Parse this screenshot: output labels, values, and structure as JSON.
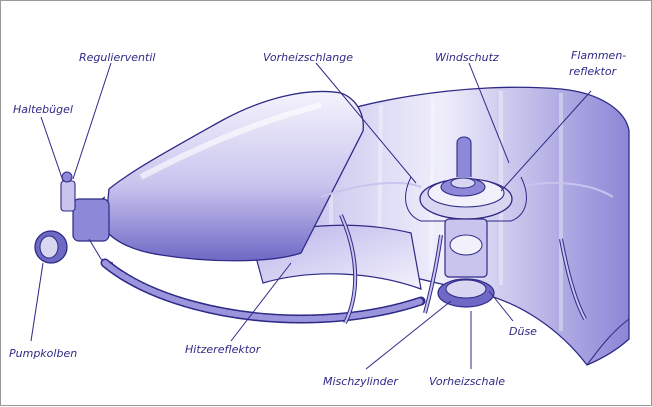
{
  "labels": {
    "regulierventil": "Regulierventil",
    "haltebuegel": "Haltebügel",
    "vorheizschlange": "Vorheizschlange",
    "windschutz": "Windschutz",
    "flammenreflektor_1": "Flammen-",
    "flammenreflektor_2": "reflektor",
    "pumpkolben": "Pumpkolben",
    "hitzereflektor": "Hitzereflektor",
    "mischzylinder": "Mischzylinder",
    "vorheizschale": "Vorheizschale",
    "duese": "Düse"
  },
  "colors": {
    "ink": "#2e2a86",
    "fill": "#d9d6f2",
    "shade": "#a7a2e0"
  }
}
